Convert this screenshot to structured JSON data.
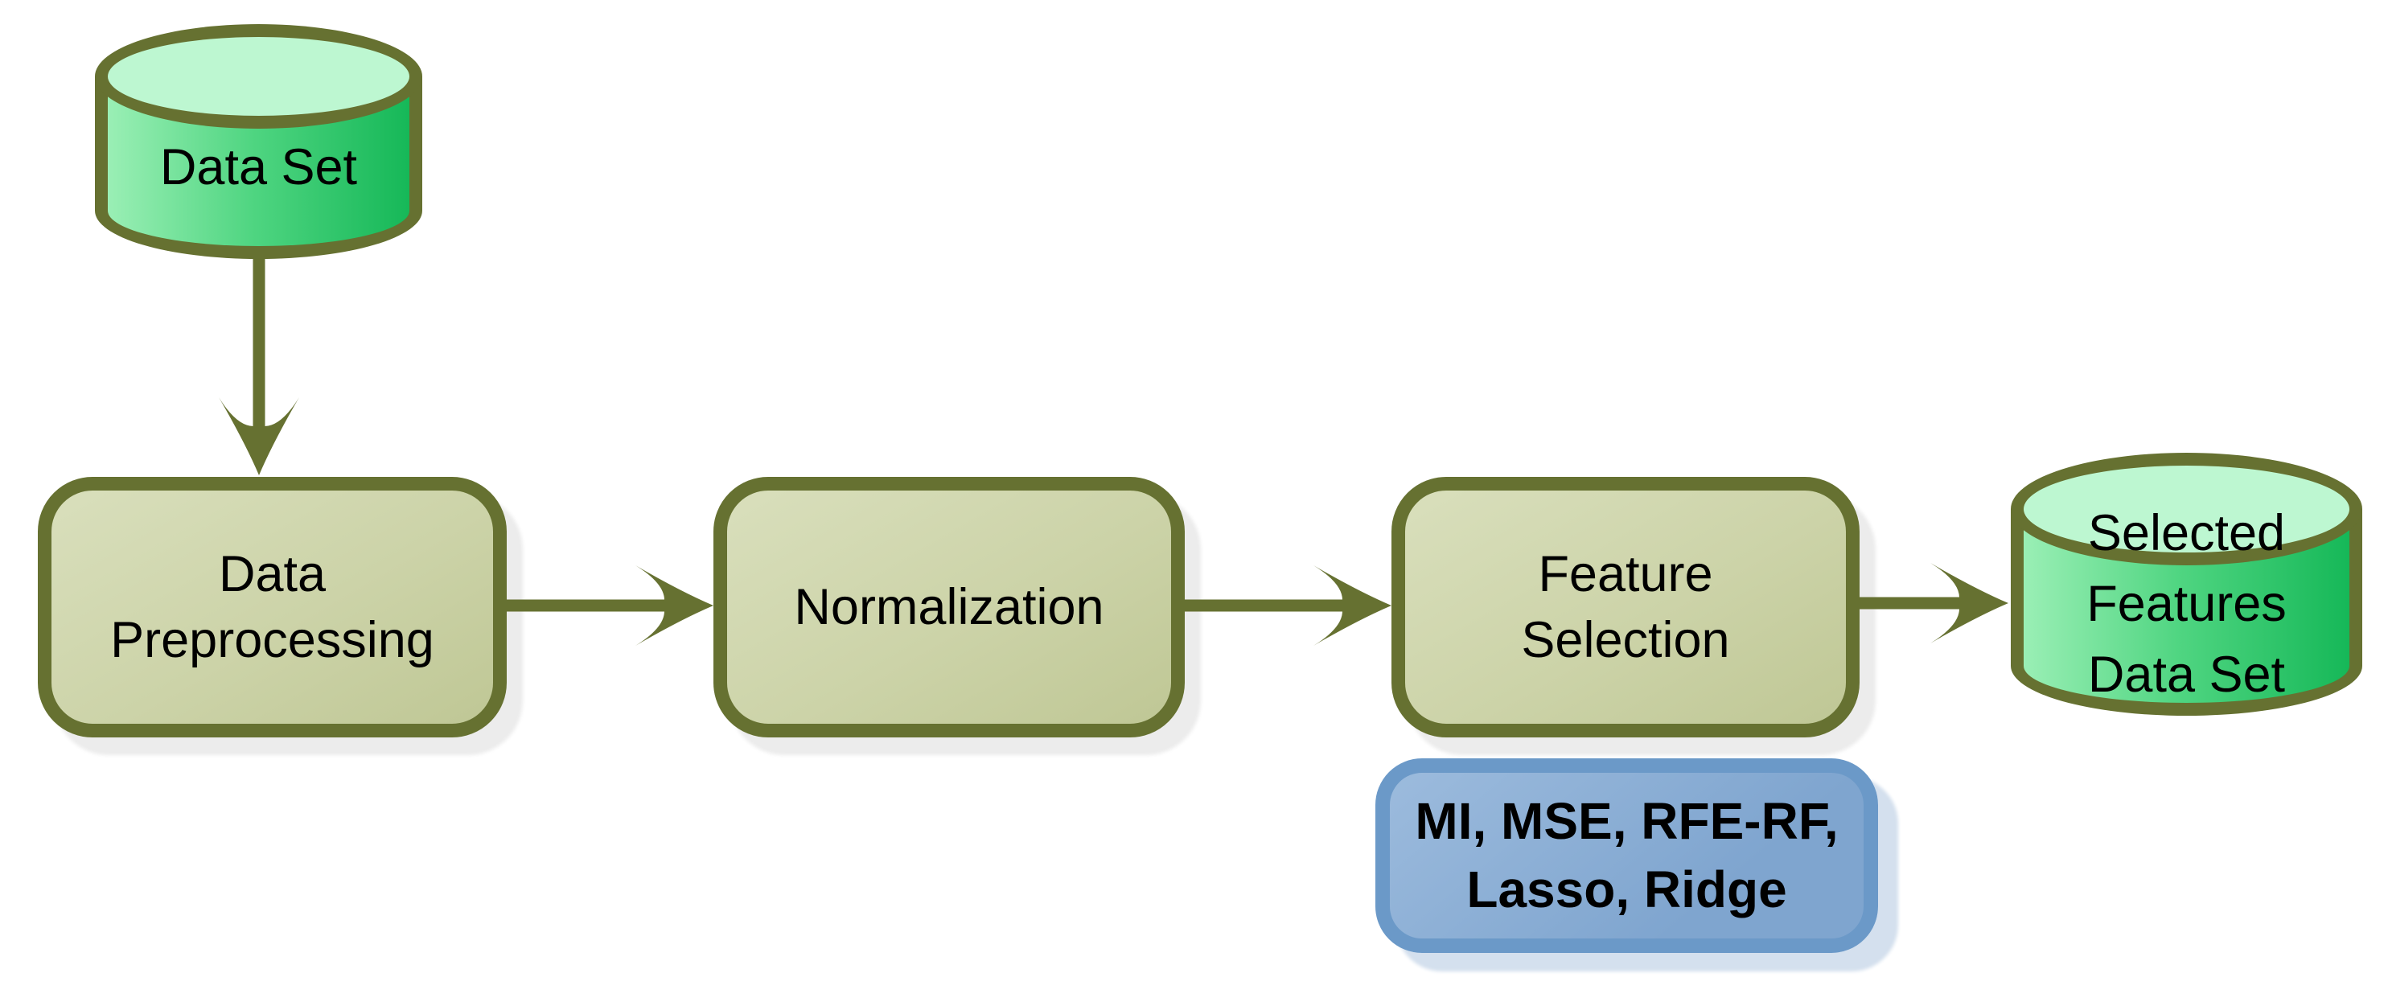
{
  "diagram": {
    "nodes": {
      "dataset_db": {
        "type": "database",
        "label": "Data Set"
      },
      "preprocessing": {
        "type": "process",
        "lines": [
          "Data",
          "Preprocessing"
        ]
      },
      "normalization": {
        "type": "process",
        "label": "Normalization"
      },
      "feature_selection": {
        "type": "process",
        "lines": [
          "Feature",
          "Selection"
        ]
      },
      "methods": {
        "type": "note",
        "lines": [
          "MI, MSE, RFE-RF,",
          "Lasso, Ridge"
        ]
      },
      "selected_db": {
        "type": "database",
        "lines": [
          "Selected",
          "Features",
          "Data Set"
        ]
      }
    },
    "colors": {
      "outline_olive": "#667131",
      "box_fill_light": "#d9dfbc",
      "box_fill": "#ccd3a8",
      "box_fill_dark": "#bfc795",
      "box_shadow": "#ececec",
      "cyl_top": "#bdf7d1",
      "cyl_body_light": "#9aefb5",
      "cyl_body_mid": "#4fd581",
      "cyl_body_dark": "#16b858",
      "blue_border": "#6b99c8",
      "blue_fill_light": "#9cbbdd",
      "blue_fill": "#7fa5cf",
      "blue_shadow": "#d4e0ee",
      "text": "#000000"
    }
  }
}
